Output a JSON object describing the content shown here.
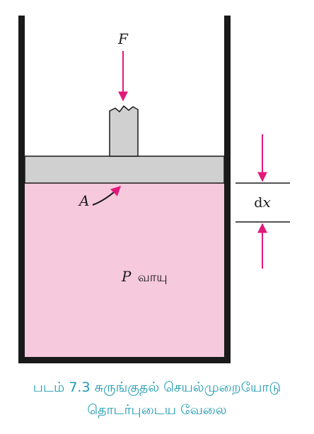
{
  "labels": {
    "force": "F",
    "area": "A",
    "displacement_d": "d",
    "displacement_x": "x",
    "pressure": "P",
    "gas": "வாயு"
  },
  "caption": {
    "line1": "படம் 7.3 சுருங்குதல் செயல்முறையோடு",
    "line2": "தொடர்புடைய வேலை"
  },
  "colors": {
    "gas_fill": "#f6c9dc",
    "piston_fill": "#d0d0d0",
    "arrow": "#e3187a",
    "caption": "#1e9ab0",
    "wall": "#1a1a1a"
  },
  "icons": {
    "force_arrow": "arrow-down-icon",
    "area_pointer": "curved-arrow-icon",
    "dim_arrow_top": "arrow-down-icon",
    "dim_arrow_bottom": "arrow-up-icon"
  }
}
